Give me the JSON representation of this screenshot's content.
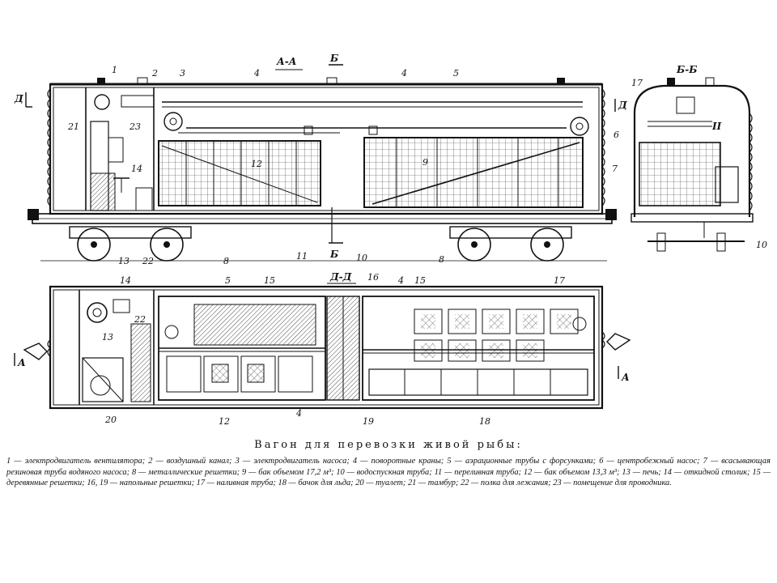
{
  "figure": {
    "section_labels": {
      "aa_top": "А-А",
      "bb_top": "Б",
      "bb_bottom": "Б",
      "bb_side": "Б-Б",
      "dd_plan": "Д-Д",
      "d_left": "Д",
      "d_right": "Д",
      "a_left": "А",
      "a_right": "А",
      "roman_2": "II"
    },
    "callouts": {
      "elev": [
        "1",
        "2",
        "3",
        "4",
        "4",
        "5",
        "6",
        "7",
        "21",
        "23",
        "12",
        "9",
        "14",
        "13",
        "22",
        "8",
        "11",
        "10",
        "8"
      ],
      "side": [
        "17",
        "10"
      ],
      "plan": [
        "14",
        "13",
        "22",
        "5",
        "15",
        "16",
        "4",
        "15",
        "17",
        "20",
        "12",
        "4",
        "19",
        "18"
      ]
    }
  },
  "caption": {
    "title": "Вагон для перевозки живой рыбы:",
    "legend_items": [
      "1 — электродвигатель вентилятора;",
      "2 — воздушный канал;",
      "3 — электродвигатель насоса;",
      "4 — поворотные краны;",
      "5 — аэрационные трубы с форсунками;",
      "6 — центробежный насос;",
      "7 — всасывающая резиновая труба водяного насоса;",
      "8 — металлические решетки;",
      "9 — бак объемом 17,2 м³;",
      "10 — водоспускная труба;",
      "11 — переливная труба;",
      "12 — бак объемом 13,3 м³;",
      "13 — печь;",
      "14 — откидной столик;",
      "15 — деревянные решетки;",
      "16, 19 — напольные решетки;",
      "17 — наливная труба;",
      "18 — бачок для льда;",
      "20 — туалет;",
      "21 — тамбур;",
      "22 — полка для лежания;",
      "23 — помещение для проводника."
    ]
  }
}
